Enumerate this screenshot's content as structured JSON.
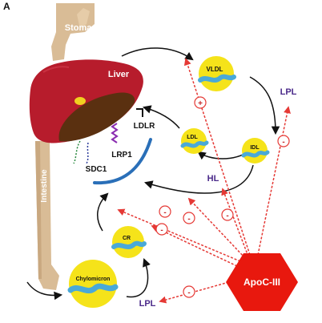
{
  "panel_label": "A",
  "organs": {
    "stomach": "Stomach",
    "liver": "Liver",
    "intestine": "Intestine"
  },
  "receptors": {
    "ldlr": "LDLR",
    "lrp1": "LRP1",
    "sdc1": "SDC1"
  },
  "lipoproteins": {
    "vldl": "VLDL",
    "ldl": "LDL",
    "idl": "IDL",
    "cr": "CR",
    "chylomicron": "Chylomicron"
  },
  "enzymes": {
    "lpl_upper": "LPL",
    "hl": "HL",
    "lpl_lower": "LPL"
  },
  "inhibitor": "ApoC-III",
  "effects": {
    "plus": "+",
    "minus": "-"
  },
  "colors": {
    "liver": "#b71c2c",
    "liver_shadow": "#5a3010",
    "organ_tan": "#d9bc96",
    "particle_yellow": "#f5e31a",
    "apolipoprotein_blue": "#4aa9d8",
    "apoc3_red": "#e8180e",
    "inhibition_arrow": "#e53935",
    "receptor_blue": "#2a6fb8",
    "enzyme_purple": "#4b2a8a"
  }
}
